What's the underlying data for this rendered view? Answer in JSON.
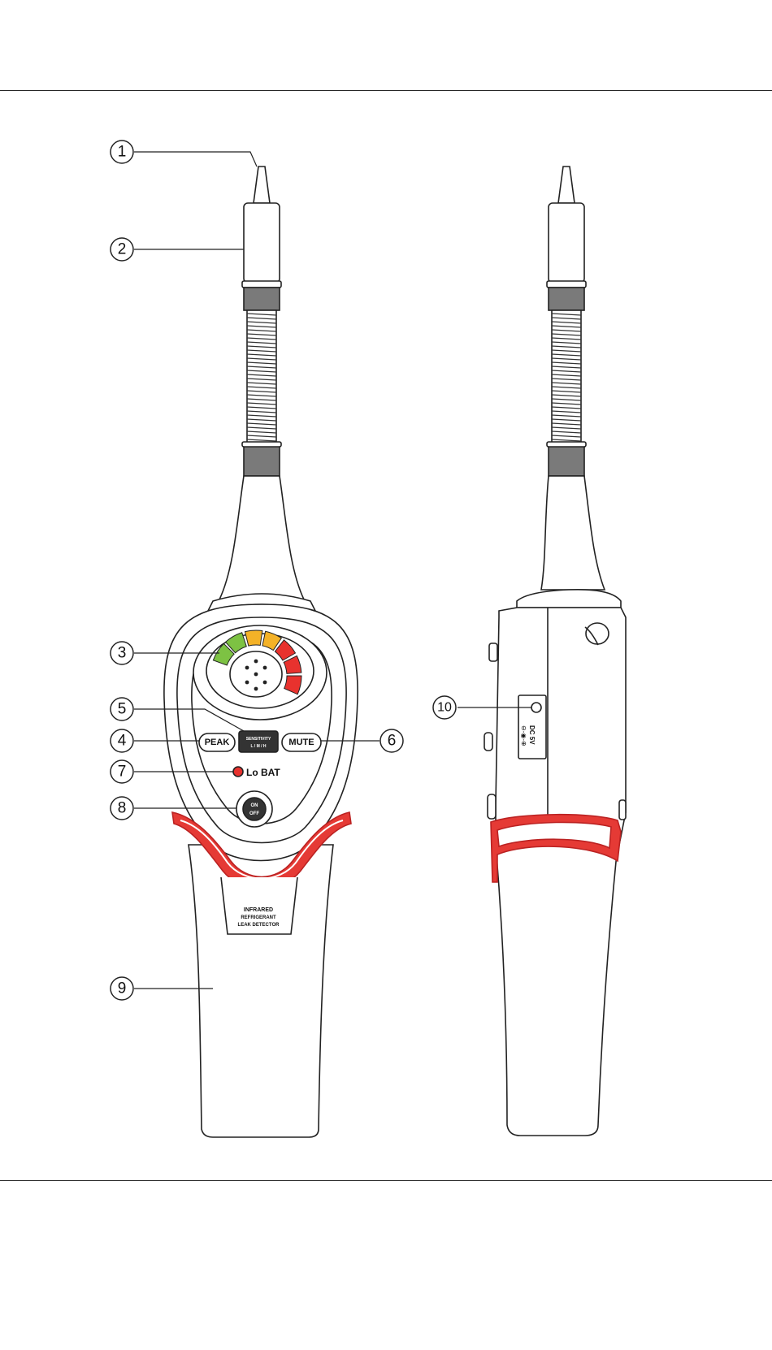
{
  "callouts": [
    {
      "number": "1",
      "part": "sensor tip"
    },
    {
      "number": "2",
      "part": "sensor"
    },
    {
      "number": "3",
      "part": "LED display / speaker"
    },
    {
      "number": "4",
      "part": "PEAK button"
    },
    {
      "number": "5",
      "part": "sensitivity button"
    },
    {
      "number": "6",
      "part": "MUTE button"
    },
    {
      "number": "7",
      "part": "low battery indicator"
    },
    {
      "number": "8",
      "part": "power button"
    },
    {
      "number": "9",
      "part": "handle"
    },
    {
      "number": "10",
      "part": "DC 5V jack"
    }
  ],
  "front_view": {
    "button_peak": "PEAK",
    "button_sens_line1": "SENSITIVITY",
    "button_sens_line2": "L / M / H",
    "button_mute": "MUTE",
    "lobat_label": "Lo BAT",
    "power_label_1": "ON",
    "power_label_2": "OFF",
    "product_label_1": "INFRARED",
    "product_label_2": "REFRIGERANT",
    "product_label_3": "LEAK DETECTOR"
  },
  "side_view": {
    "dc_label_1": "DC 5V",
    "dc_label_2": "⊖-◉-⊕"
  },
  "colors": {
    "led_green": "#7dc243",
    "led_yellow": "#f4b227",
    "led_red": "#e8322e",
    "grip_red": "#e53a35",
    "neck_gray": "#7a7a7a",
    "line": "#222222"
  }
}
